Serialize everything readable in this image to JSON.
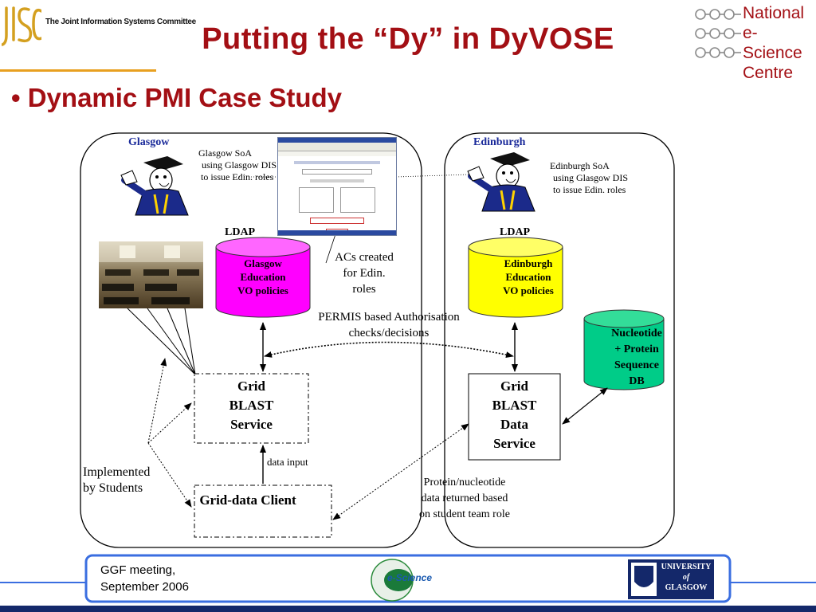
{
  "header": {
    "title": "Putting the “Dy” in DyVOSE",
    "jisc_logo": "JISC",
    "jisc_caption": "The Joint Information Systems Committee",
    "nesc_lines": [
      "National",
      "e-Science",
      "Centre"
    ],
    "accent_color": "#a30f14"
  },
  "bullet": "• Dynamic PMI Case Study",
  "glasgow": {
    "title": "Glasgow",
    "soa_lines": [
      "Glasgow SoA",
      "using Glasgow DIS",
      "to issue Edin. roles"
    ],
    "ldap_label": "LDAP",
    "db_lines": [
      "Glasgow",
      "Education",
      "VO policies"
    ],
    "acs_lines": [
      "ACs created",
      "for Edin.",
      "roles"
    ],
    "service_lines": [
      "Grid",
      "BLAST",
      "Service"
    ],
    "data_input": "data input",
    "client_label": "Grid-data Client",
    "implemented_lines": [
      "Implemented",
      "by Students"
    ]
  },
  "edinburgh": {
    "title": "Edinburgh",
    "soa_lines": [
      "Edinburgh SoA",
      "using Glasgow DIS",
      "to issue Edin.  roles"
    ],
    "ldap_label": "LDAP",
    "db_lines": [
      "Edinburgh",
      "Education",
      "VO policies"
    ],
    "nucleotide_lines": [
      "Nucleotide",
      "+ Protein",
      "Sequence",
      "DB"
    ],
    "service_lines": [
      "Grid",
      "BLAST",
      "Data",
      "Service"
    ],
    "returned_lines": [
      "Protein/nucleotide",
      "data returned based",
      "on student team role"
    ]
  },
  "permis_lines": [
    "PERMIS based Authorisation",
    "checks/decisions"
  ],
  "colors": {
    "ldap_glasgow": "#ff00ff",
    "ldap_edinburgh": "#ffff00",
    "nucleotide_db": "#00cc88",
    "region_title": "#1a2a9a"
  },
  "footer": {
    "meeting_lines": [
      "GGF meeting,",
      "September 2006"
    ],
    "esci_logo": "e-Science",
    "uog_lines": [
      "UNIVERSITY",
      "of",
      "GLASGOW"
    ]
  }
}
